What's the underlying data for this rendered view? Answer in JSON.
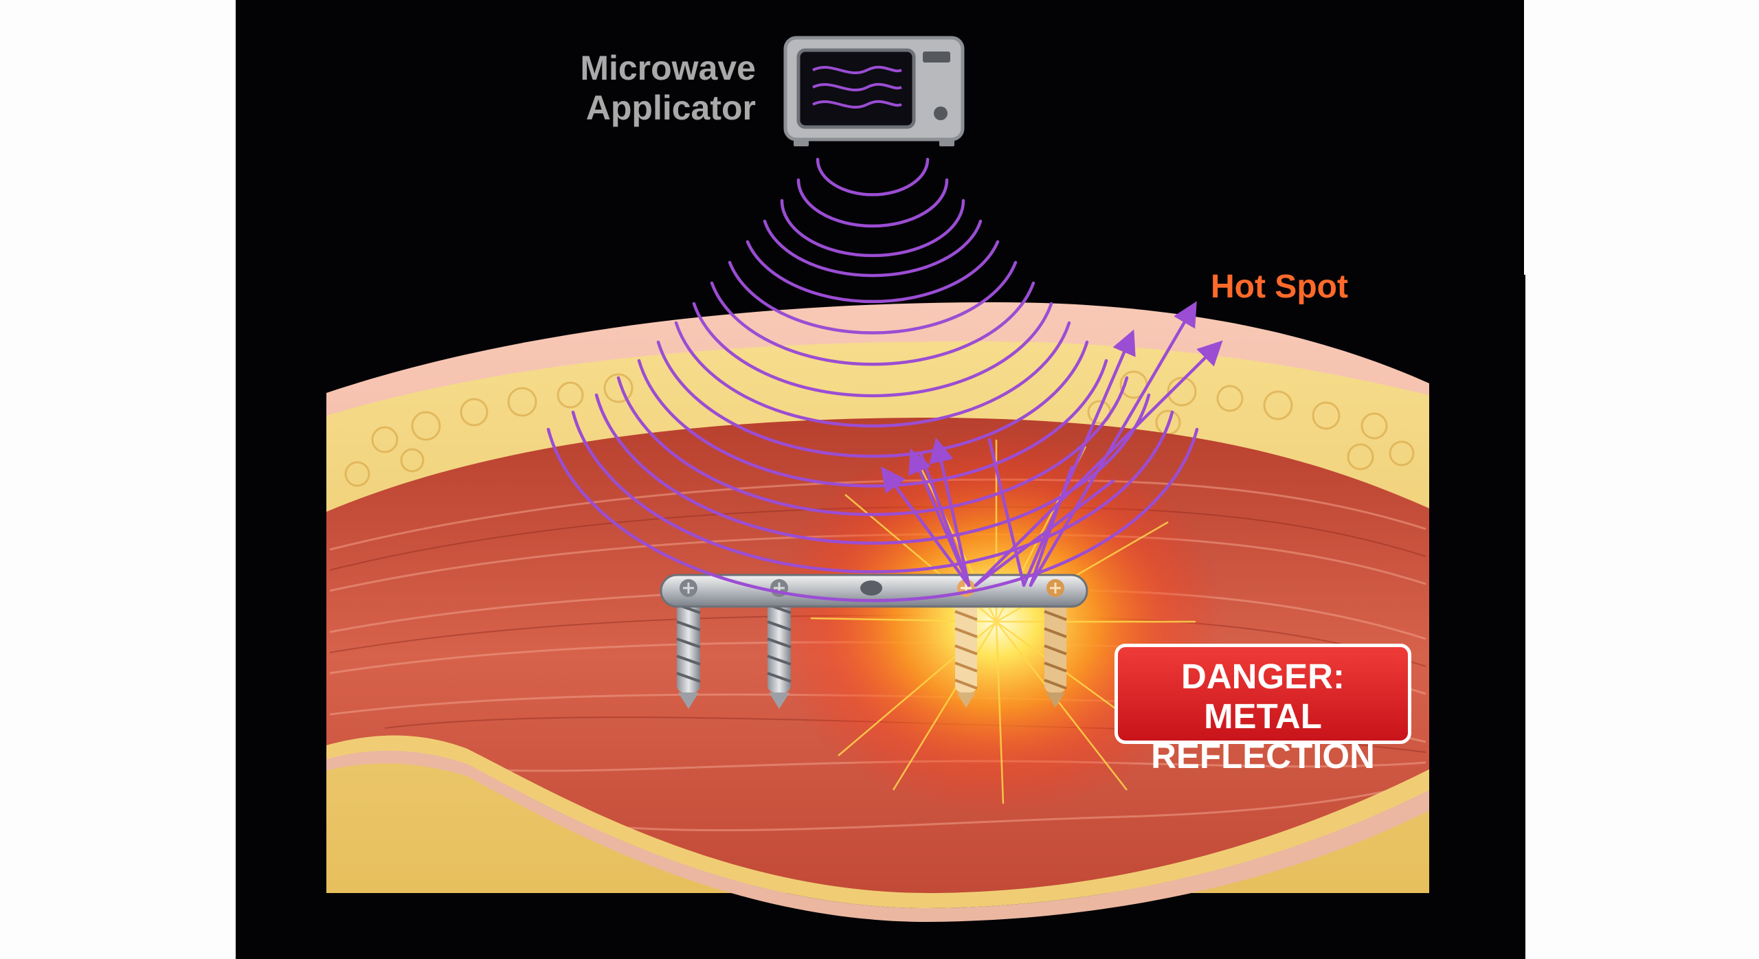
{
  "labels": {
    "applicator": "Microwave\nApplicator",
    "hot_spot": "Hot Spot",
    "danger_line1": "DANGER: METAL",
    "danger_line2": "REFLECTION"
  },
  "icons": {
    "applicator": "microwave-oven-icon",
    "waves": "microwave-emission-waves",
    "implant": "bone-plate-with-screws",
    "flare": "heating-flare"
  },
  "colors": {
    "panel_background": "#030306",
    "wave_purple": "#9b4dd3",
    "hot_spot_text": "#ff6a2a",
    "danger_fill": "#d9212a",
    "fat_yellow": "#f1d27a",
    "muscle_red": "#c8503e"
  }
}
